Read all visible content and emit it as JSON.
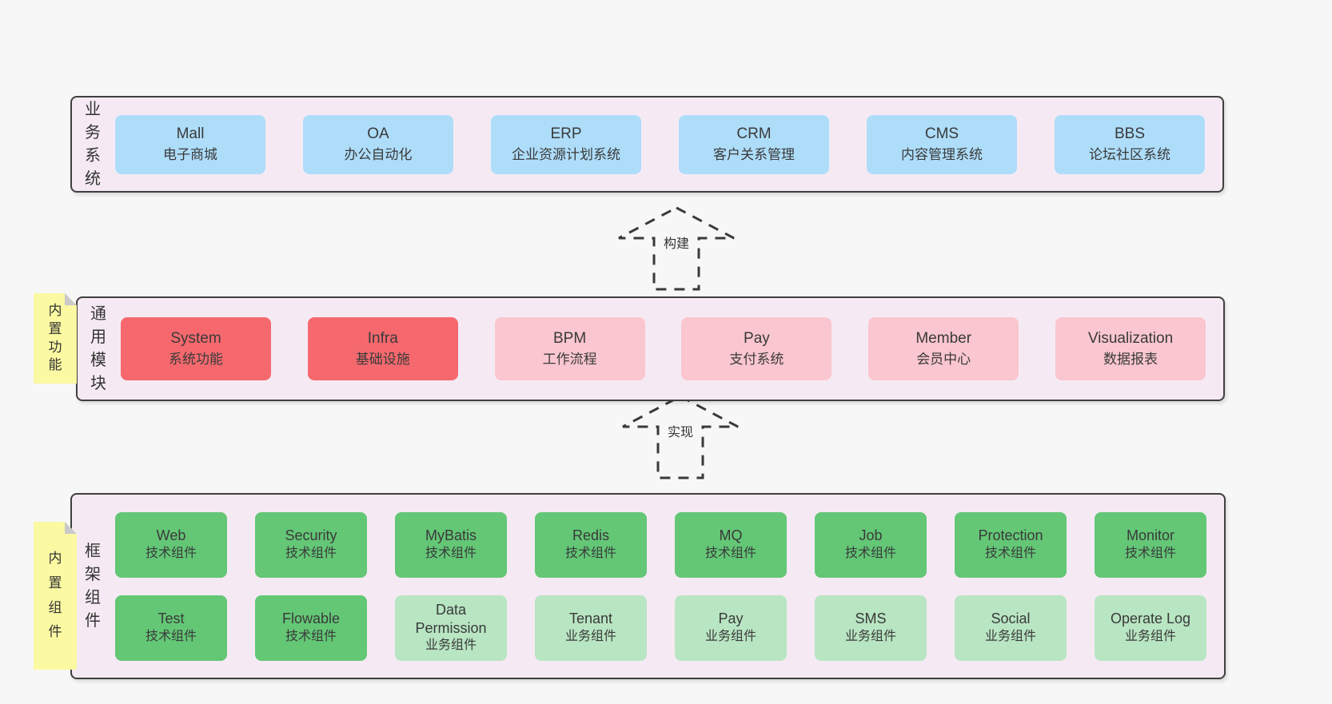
{
  "colors": {
    "page_bg": "#f7f7f7",
    "panel_bg": "#f5eaf3",
    "panel_border": "#3f3f3f",
    "blue_box": "#aeddfa",
    "red_box": "#f5696e",
    "pink_box": "#fac6cf",
    "green_dark_box": "#63c776",
    "green_light_box": "#b8e5c2",
    "note_bg": "#fbf9a2",
    "note_fold": "#c9c9c9",
    "text": "#3a3a3a"
  },
  "layers": {
    "business": {
      "label": "业务系统",
      "boxes": [
        {
          "name": "Mall",
          "subtitle": "电子商城"
        },
        {
          "name": "OA",
          "subtitle": "办公自动化"
        },
        {
          "name": "ERP",
          "subtitle": "企业资源计划系统"
        },
        {
          "name": "CRM",
          "subtitle": "客户关系管理"
        },
        {
          "name": "CMS",
          "subtitle": "内容管理系统"
        },
        {
          "name": "BBS",
          "subtitle": "论坛社区系统"
        }
      ]
    },
    "modules": {
      "label": "通用模块",
      "note": "内置功能",
      "boxes": [
        {
          "name": "System",
          "subtitle": "系统功能"
        },
        {
          "name": "Infra",
          "subtitle": "基础设施"
        },
        {
          "name": "BPM",
          "subtitle": "工作流程"
        },
        {
          "name": "Pay",
          "subtitle": "支付系统"
        },
        {
          "name": "Member",
          "subtitle": "会员中心"
        },
        {
          "name": "Visualization",
          "subtitle": "数据报表"
        }
      ]
    },
    "components": {
      "label": "框架组件",
      "note": "内置组件",
      "row1": [
        {
          "name": "Web",
          "subtitle": "技术组件"
        },
        {
          "name": "Security",
          "subtitle": "技术组件"
        },
        {
          "name": "MyBatis",
          "subtitle": "技术组件"
        },
        {
          "name": "Redis",
          "subtitle": "技术组件"
        },
        {
          "name": "MQ",
          "subtitle": "技术组件"
        },
        {
          "name": "Job",
          "subtitle": "技术组件"
        },
        {
          "name": "Protection",
          "subtitle": "技术组件"
        },
        {
          "name": "Monitor",
          "subtitle": "技术组件"
        }
      ],
      "row2": [
        {
          "name": "Test",
          "subtitle": "技术组件"
        },
        {
          "name": "Flowable",
          "subtitle": "技术组件"
        },
        {
          "name": "Data Permission",
          "subtitle": "业务组件"
        },
        {
          "name": "Tenant",
          "subtitle": "业务组件"
        },
        {
          "name": "Pay",
          "subtitle": "业务组件"
        },
        {
          "name": "SMS",
          "subtitle": "业务组件"
        },
        {
          "name": "Social",
          "subtitle": "业务组件"
        },
        {
          "name": "Operate Log",
          "subtitle": "业务组件"
        }
      ]
    }
  },
  "arrows": {
    "build": {
      "label": "构建"
    },
    "implement": {
      "label": "实现"
    }
  }
}
